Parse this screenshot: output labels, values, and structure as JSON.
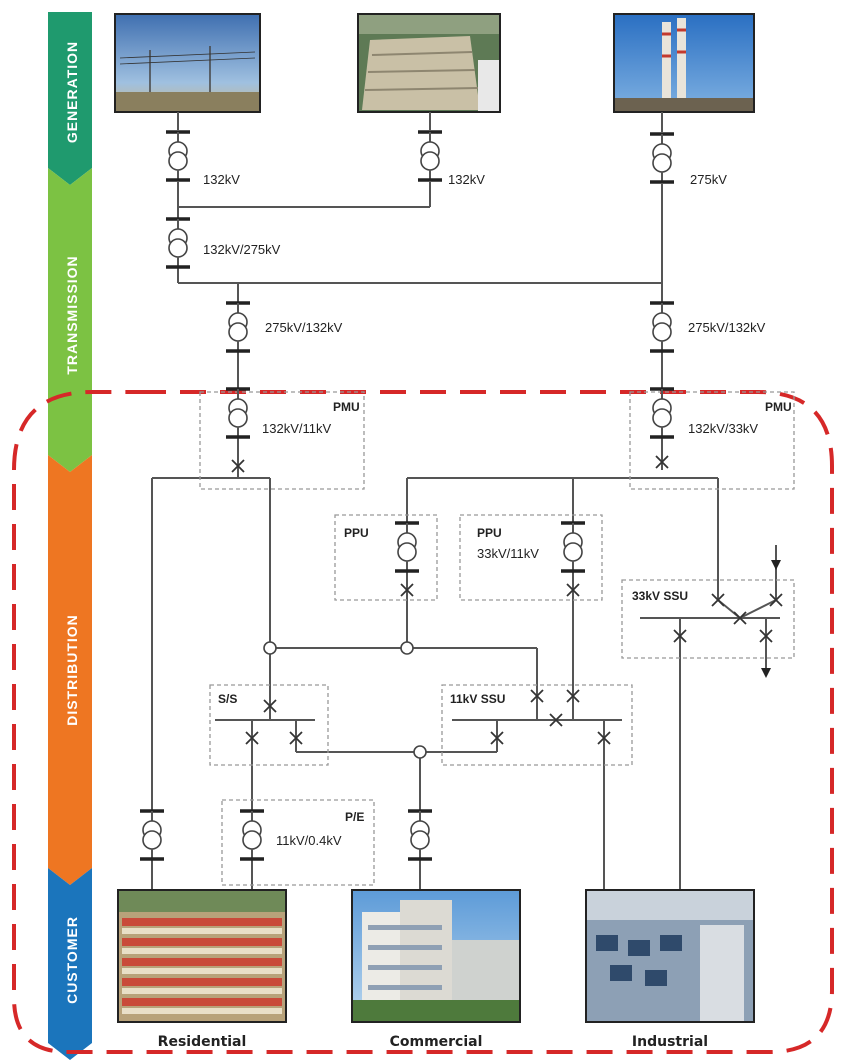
{
  "stages": {
    "generation": "GENERATION",
    "transmission": "TRANSMISSION",
    "distribution": "DISTRIBUTION",
    "customer": "CUSTOMER"
  },
  "colors": {
    "generation": "#1f9a6e",
    "transmission": "#7cc243",
    "distribution": "#ee7622",
    "customer": "#1b75bc",
    "boundary": "#d62828"
  },
  "voltages": {
    "gen1": "132kV",
    "gen2": "132kV",
    "gen3": "275kV",
    "step_up": "132kV/275kV",
    "step_down_left": "275kV/132kV",
    "step_down_right": "275kV/132kV"
  },
  "units": {
    "pmu_left_title": "PMU",
    "pmu_left_voltage": "132kV/11kV",
    "pmu_right_title": "PMU",
    "pmu_right_voltage": "132kV/33kV",
    "ppu_left_title": "PPU",
    "ppu_right_title": "PPU",
    "ppu_right_voltage": "33kV/11kV",
    "ssu_33": "33kV SSU",
    "ss": "S/S",
    "ssu_11": "11kV SSU",
    "pe_title": "P/E",
    "pe_voltage": "11kV/0.4kV"
  },
  "customers": {
    "residential": "Residential",
    "commercial": "Commercial",
    "industrial": "Industrial"
  },
  "icons": {
    "transformer": "transformer-icon",
    "breaker": "breaker-icon",
    "junction": "junction-icon",
    "photo_power_lines": "power-lines-photo",
    "photo_dam": "hydro-dam-photo",
    "photo_chimneys": "power-station-photo",
    "photo_residential": "residential-photo",
    "photo_commercial": "commercial-building-photo",
    "photo_industrial": "factory-photo"
  }
}
